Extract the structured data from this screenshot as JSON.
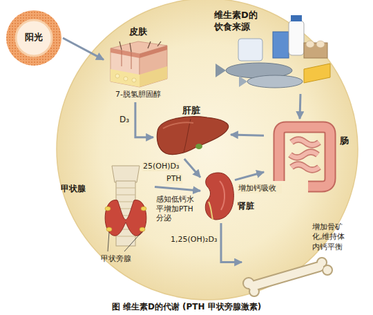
{
  "diagram": {
    "caption": "图 维生素D的代谢 (PTH 甲状旁腺激素)",
    "nodes": [
      {
        "text": [
          "阳光"
        ]
      },
      {
        "text": [
          "皮肤",
          "7-脱氢胆固醇"
        ]
      },
      {
        "text": [
          "维生素D的饮食来源"
        ]
      },
      {
        "text": [
          "肝脏"
        ]
      },
      {
        "text": [
          "肠"
        ]
      },
      {
        "text": [
          "甲状腺"
        ]
      },
      {
        "text": [
          "肾脏"
        ]
      },
      {
        "text": [
          "增加骨矿化,维持体内钙平衡"
        ]
      }
    ],
    "edges": [
      {
        "from": 0,
        "to": 1,
        "arrow": "to"
      },
      {
        "from": 1,
        "to": 3,
        "arrow": "to",
        "label": "D₃"
      },
      {
        "from": 2,
        "to": 4,
        "arrow": "to"
      },
      {
        "from": 4,
        "to": 3,
        "arrow": "to"
      },
      {
        "from": 3,
        "to": 6,
        "arrow": "to",
        "label": "25(OH)D₃"
      },
      {
        "from": 5,
        "to": 6,
        "arrow": "to",
        "label": "PTH"
      },
      {
        "from": 6,
        "to": 4,
        "arrow": "to",
        "label": "增加钙吸收"
      },
      {
        "from": 6,
        "to": 7,
        "arrow": "to",
        "label": "1,25(OH)₂D₃"
      }
    ],
    "labels": [
      "感知低钙水平增加PTH分泌",
      "甲状旁腺"
    ]
  }
}
